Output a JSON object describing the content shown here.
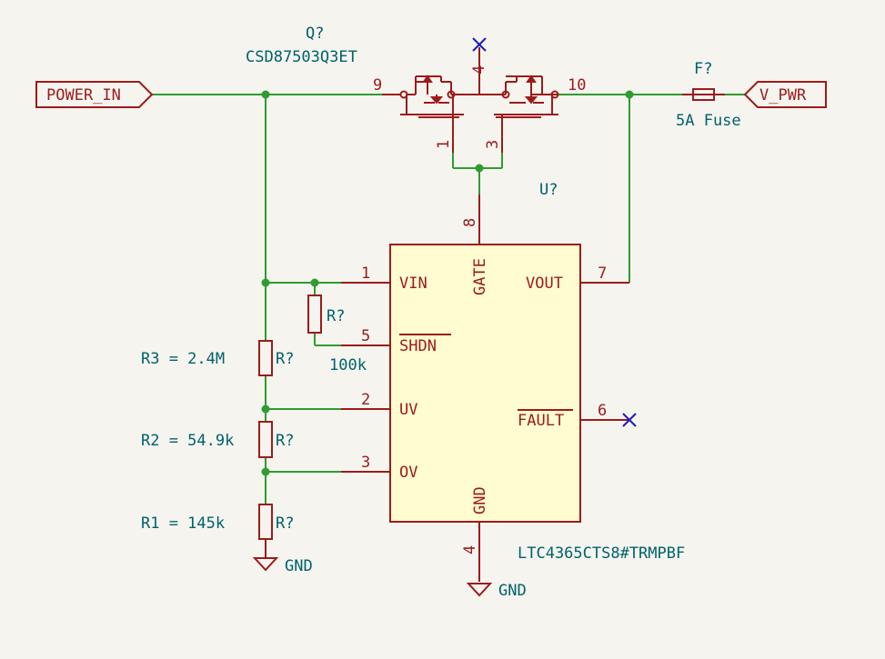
{
  "colors": {
    "background": "#f5f4ef",
    "wire": "#2f9c2f",
    "symbol": "#9c1b1b",
    "symbol_fill": "#fffdd0",
    "text": "#00626b",
    "no_connect": "#1c1cc0"
  },
  "labels": {
    "power_in": "POWER_IN",
    "v_pwr": "V_PWR"
  },
  "mosfet": {
    "ref": "Q?",
    "value": "CSD87503Q3ET",
    "pins": {
      "p9": "9",
      "p4": "4",
      "p10": "10",
      "p1": "1",
      "p3": "3"
    }
  },
  "fuse": {
    "ref": "F?",
    "value": "5A Fuse"
  },
  "ic": {
    "ref": "U?",
    "value": "LTC4365CTS8#TRMPBF",
    "pins": [
      {
        "num": "1",
        "name": "VIN"
      },
      {
        "num": "5",
        "name": "SHDN"
      },
      {
        "num": "2",
        "name": "UV"
      },
      {
        "num": "3",
        "name": "OV"
      },
      {
        "num": "8",
        "name": "GATE"
      },
      {
        "num": "7",
        "name": "VOUT"
      },
      {
        "num": "6",
        "name": "FAULT"
      },
      {
        "num": "4",
        "name": "GND"
      }
    ]
  },
  "resistors": {
    "r_shdn": {
      "ref": "R?",
      "value": "100k"
    },
    "r3": {
      "ref": "R?",
      "label": "R3 = 2.4M"
    },
    "r2": {
      "ref": "R?",
      "label": "R2 = 54.9k"
    },
    "r1": {
      "ref": "R?",
      "label": "R1 = 145k"
    }
  },
  "power": {
    "gnd_left": "GND",
    "gnd_ic": "GND"
  }
}
